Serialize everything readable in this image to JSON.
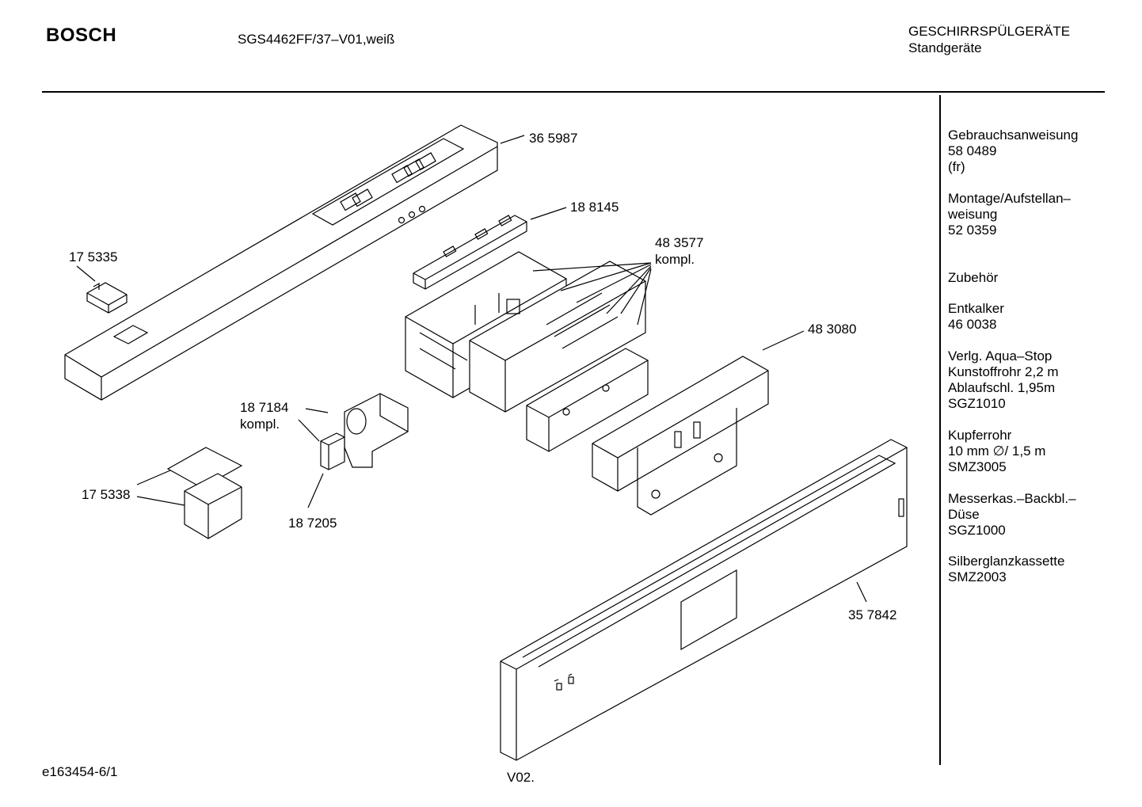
{
  "header": {
    "brand": "BOSCH",
    "model": "SGS4462FF/37–V01,weiß",
    "category": "GESCHIRRSPÜLGERÄTE",
    "subcategory": "Standgeräte"
  },
  "callouts": {
    "c365987": "36 5987",
    "c188145": "18 8145",
    "c483577": "48 3577",
    "c483577b": "kompl.",
    "c175335": "17 5335",
    "c483080": "48 3080",
    "c187184": "18 7184",
    "c187184b": "kompl.",
    "c175338": "17 5338",
    "c187205": "18 7205",
    "c357842": "35 7842"
  },
  "sidebar": {
    "manual": [
      "Gebrauchsanweisung",
      "58 0489",
      "(fr)"
    ],
    "install": [
      "Montage/Aufstellan–",
      "weisung",
      "52 0359"
    ],
    "accessories": "Zubehör",
    "descaler": [
      "Entkalker",
      "46 0038"
    ],
    "aquastop": [
      "Verlg. Aqua–Stop",
      "Kunstoffrohr 2,2 m",
      "Ablaufschl. 1,95m",
      "SGZ1010"
    ],
    "copper": [
      "Kupferrohr",
      "10 mm ∅/ 1,5 m",
      "SMZ3005"
    ],
    "nozzle": [
      "Messerkas.–Backbl.–",
      "Düse",
      "SGZ1000"
    ],
    "silver": [
      "Silberglanzkassette",
      "SMZ2003"
    ]
  },
  "footer": {
    "left": "e163454-6/1",
    "center": "V02."
  }
}
